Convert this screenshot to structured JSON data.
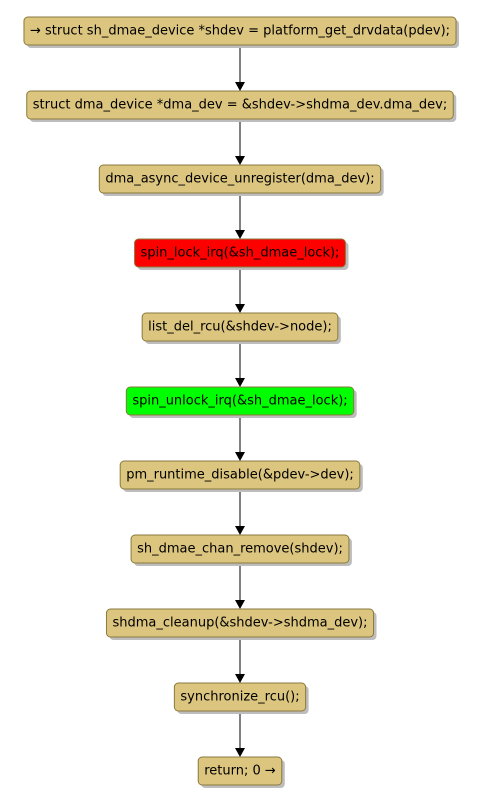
{
  "diagram": {
    "type": "activity-flow",
    "default_color": "#dcc57f",
    "nodes": [
      {
        "id": "n1",
        "label": "→ struct sh_dmae_device *shdev = platform_get_drvdata(pdev);",
        "color": "#dcc57f"
      },
      {
        "id": "n2",
        "label": "struct dma_device *dma_dev = &shdev->shdma_dev.dma_dev;",
        "color": "#dcc57f"
      },
      {
        "id": "n3",
        "label": "dma_async_device_unregister(dma_dev);",
        "color": "#dcc57f"
      },
      {
        "id": "n4",
        "label": "spin_lock_irq(&sh_dmae_lock);",
        "color": "#ff0000"
      },
      {
        "id": "n5",
        "label": "list_del_rcu(&shdev->node);",
        "color": "#dcc57f"
      },
      {
        "id": "n6",
        "label": "spin_unlock_irq(&sh_dmae_lock);",
        "color": "#00ff00"
      },
      {
        "id": "n7",
        "label": "pm_runtime_disable(&pdev->dev);",
        "color": "#dcc57f"
      },
      {
        "id": "n8",
        "label": "sh_dmae_chan_remove(shdev);",
        "color": "#dcc57f"
      },
      {
        "id": "n9",
        "label": "shdma_cleanup(&shdev->shdma_dev);",
        "color": "#dcc57f"
      },
      {
        "id": "n10",
        "label": "synchronize_rcu();",
        "color": "#dcc57f"
      },
      {
        "id": "n11",
        "label": "return; 0 →",
        "color": "#dcc57f"
      }
    ],
    "edges": [
      {
        "from": "n1",
        "to": "n2"
      },
      {
        "from": "n2",
        "to": "n3"
      },
      {
        "from": "n3",
        "to": "n4"
      },
      {
        "from": "n4",
        "to": "n5"
      },
      {
        "from": "n5",
        "to": "n6"
      },
      {
        "from": "n6",
        "to": "n7"
      },
      {
        "from": "n7",
        "to": "n8"
      },
      {
        "from": "n8",
        "to": "n9"
      },
      {
        "from": "n9",
        "to": "n10"
      },
      {
        "from": "n10",
        "to": "n11"
      }
    ]
  }
}
